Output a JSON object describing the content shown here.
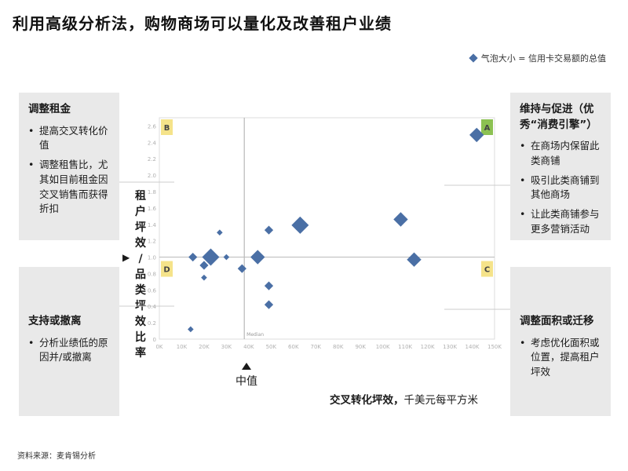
{
  "title": "利用高级分析法，购物商场可以量化及改善租户业绩",
  "legend": "气泡大小 = 信用卡交易额的总值",
  "boxes": {
    "top_left": {
      "title": "调整租金",
      "items": [
        "提高交叉转化价值",
        "调整租售比，尤其如目前租金因交叉销售而获得折扣"
      ]
    },
    "bottom_left": {
      "title": "支持或撤离",
      "items": [
        "分析业绩低的原因并/或撤离"
      ]
    },
    "top_right": {
      "title": "维持与促进（优秀“消费引擎”）",
      "items": [
        "在商场内保留此类商铺",
        "吸引此类商铺到其他商场",
        "让此类商铺参与更多营销活动"
      ]
    },
    "bottom_right": {
      "title": "调整面积或迁移",
      "items": [
        "考虑优化面积或位置，提高租户坪效"
      ]
    }
  },
  "ylabel_chars": [
    "租",
    "户",
    "坪",
    "效",
    "/",
    "品",
    "类",
    "坪",
    "效",
    "比",
    "率"
  ],
  "median_text": "中值",
  "xlabel_main": "交叉转化坪效，",
  "xlabel_rest": "千美元每平方米",
  "source": "资料来源：麦肯锡分析",
  "colors": {
    "bubble": "#4a6fa5",
    "quadA": "#8cc152",
    "quadBCD": "#f5e38a",
    "axis": "#bbbbbb",
    "tick": "#b0b0b0"
  },
  "chart_data": {
    "type": "scatter",
    "xlabel": "交叉转化坪效，千美元每平方米",
    "ylabel": "租户坪效/品类坪效比率",
    "xlim": [
      0,
      150
    ],
    "ylim": [
      0,
      2.7
    ],
    "x_ticks": [
      "0K",
      "10K",
      "20K",
      "30K",
      "40K",
      "50K",
      "60K",
      "70K",
      "80K",
      "90K",
      "100K",
      "110K",
      "120K",
      "130K",
      "140K",
      "150K"
    ],
    "y_ticks": [
      "0",
      "0.2",
      "0.4",
      "0.6",
      "0.8",
      "1.0",
      "1.2",
      "1.4",
      "1.6",
      "1.8",
      "2.0",
      "2.2",
      "2.4",
      "2.6"
    ],
    "median_x": 38,
    "median_text": "Median",
    "reference_y": 1.0,
    "quadrant_labels": [
      "A",
      "B",
      "C",
      "D"
    ],
    "points": [
      {
        "x": 14,
        "y": 0.12,
        "size": 1
      },
      {
        "x": 15,
        "y": 1.0,
        "size": 2
      },
      {
        "x": 20,
        "y": 0.9,
        "size": 2
      },
      {
        "x": 20,
        "y": 0.75,
        "size": 1
      },
      {
        "x": 23,
        "y": 1.0,
        "size": 5
      },
      {
        "x": 27,
        "y": 1.3,
        "size": 1
      },
      {
        "x": 30,
        "y": 1.0,
        "size": 1
      },
      {
        "x": 37,
        "y": 0.86,
        "size": 2
      },
      {
        "x": 44,
        "y": 1.0,
        "size": 4
      },
      {
        "x": 49,
        "y": 1.33,
        "size": 2
      },
      {
        "x": 49,
        "y": 0.65,
        "size": 2
      },
      {
        "x": 49,
        "y": 0.42,
        "size": 2
      },
      {
        "x": 63,
        "y": 1.39,
        "size": 5
      },
      {
        "x": 108,
        "y": 1.46,
        "size": 4
      },
      {
        "x": 114,
        "y": 0.97,
        "size": 4
      },
      {
        "x": 142,
        "y": 2.49,
        "size": 4
      }
    ]
  }
}
